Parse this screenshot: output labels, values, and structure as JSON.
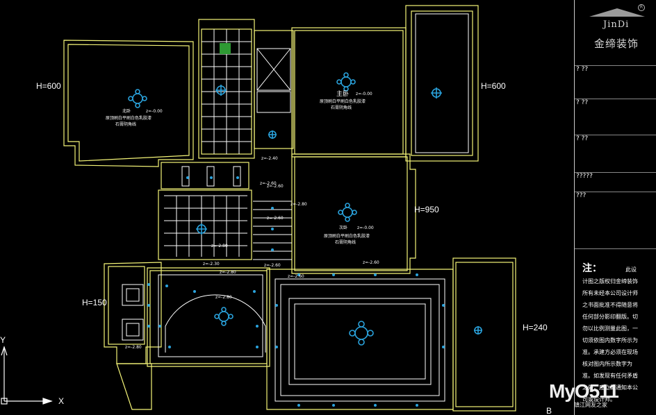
{
  "levels": {
    "left_room": "H=600",
    "right_balcony": "H=600",
    "right_mid": "H=950",
    "left_lower": "H=150",
    "right_lower": "H=240"
  },
  "rooms": {
    "north_bedroom": {
      "name": "北卧",
      "level": "z=-0.00",
      "note_1": "原顶刷白平刷白色乳胶漆",
      "note_2": "石膏阴角线"
    },
    "master_bedroom": {
      "name": "主卧",
      "level": "z=-0.00",
      "note_1": "原顶刷白平刷白色乳胶漆",
      "note_2": "石膏阴角线"
    },
    "second_bedroom": {
      "name": "次卧",
      "level": "z=-0.00",
      "note_1": "原顶刷白平刷白色乳胶漆",
      "note_2": "石膏阴角线"
    }
  },
  "dims": [
    "z=-2.40",
    "z=-2.60",
    "z=-2.60",
    "z=-2.80",
    "z=-2.60",
    "z=-2.80",
    "z=-2.30",
    "z=-2.60",
    "z=-2.80",
    "z=-2.60",
    "z=-2.60",
    "z=-2.80",
    "z=-2.80",
    "z=-2.60",
    "z=-2.80"
  ],
  "axes": {
    "y": "Y",
    "x": "X"
  },
  "corner_letter": "B",
  "title_block": {
    "brand_en": "JinDi",
    "brand_cn": "金缔装饰",
    "reg_mark": "R",
    "rows": [
      "? ??",
      "? ??",
      "? ??",
      "?????",
      "???"
    ],
    "note_title": "注：",
    "note_text": "此设计图之版权归金缔装饰所有未经本公司设计师之书面批准不得随意将任何部分影印翻版。切勿以比例测量此图，一切须依图内数字所示为准。承建方必须在现场核对图内所示数字为准。如发现有任何矛盾之处，应立即通知本公司或设计师。"
  },
  "watermark": {
    "text": "MyO511",
    "sub": "镇江网友之家"
  },
  "colors": {
    "wall": "#f5f578",
    "light": "#2aa3dd",
    "line": "#ffffff",
    "green": "#2e9a33"
  }
}
